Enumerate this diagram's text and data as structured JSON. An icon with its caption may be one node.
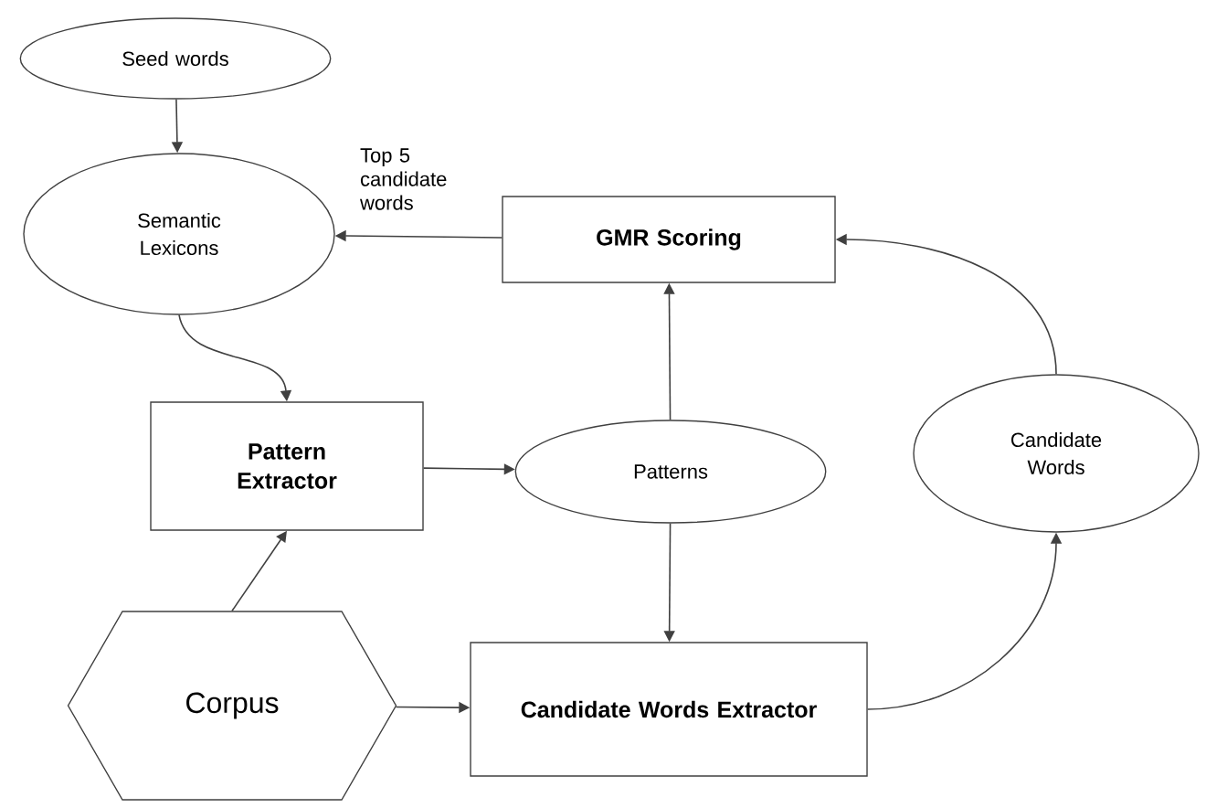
{
  "diagram": {
    "nodes": [
      {
        "text": [
          "Seed words"
        ]
      },
      {
        "text": [
          "Semantic Lexicons"
        ]
      },
      {
        "text": [
          "GMR Scoring"
        ]
      },
      {
        "text": [
          "Pattern Extractor"
        ]
      },
      {
        "text": [
          "Patterns"
        ]
      },
      {
        "text": [
          "Candidate Words"
        ]
      },
      {
        "text": [
          "Corpus"
        ]
      },
      {
        "text": [
          "Candidate Words Extractor"
        ]
      }
    ],
    "edges": [
      {
        "from": 0,
        "to": 1,
        "arrow": "to"
      },
      {
        "from": 2,
        "to": 1,
        "arrow": "to",
        "label": "Top 5 candidate words"
      },
      {
        "from": 1,
        "to": 3,
        "arrow": "to"
      },
      {
        "from": 3,
        "to": 4,
        "arrow": "to"
      },
      {
        "from": 4,
        "to": 2,
        "arrow": "to"
      },
      {
        "from": 4,
        "to": 7,
        "arrow": "to"
      },
      {
        "from": 6,
        "to": 3,
        "arrow": "to"
      },
      {
        "from": 6,
        "to": 7,
        "arrow": "to"
      },
      {
        "from": 7,
        "to": 5,
        "arrow": "to"
      },
      {
        "from": 5,
        "to": 2,
        "arrow": "to"
      }
    ]
  }
}
